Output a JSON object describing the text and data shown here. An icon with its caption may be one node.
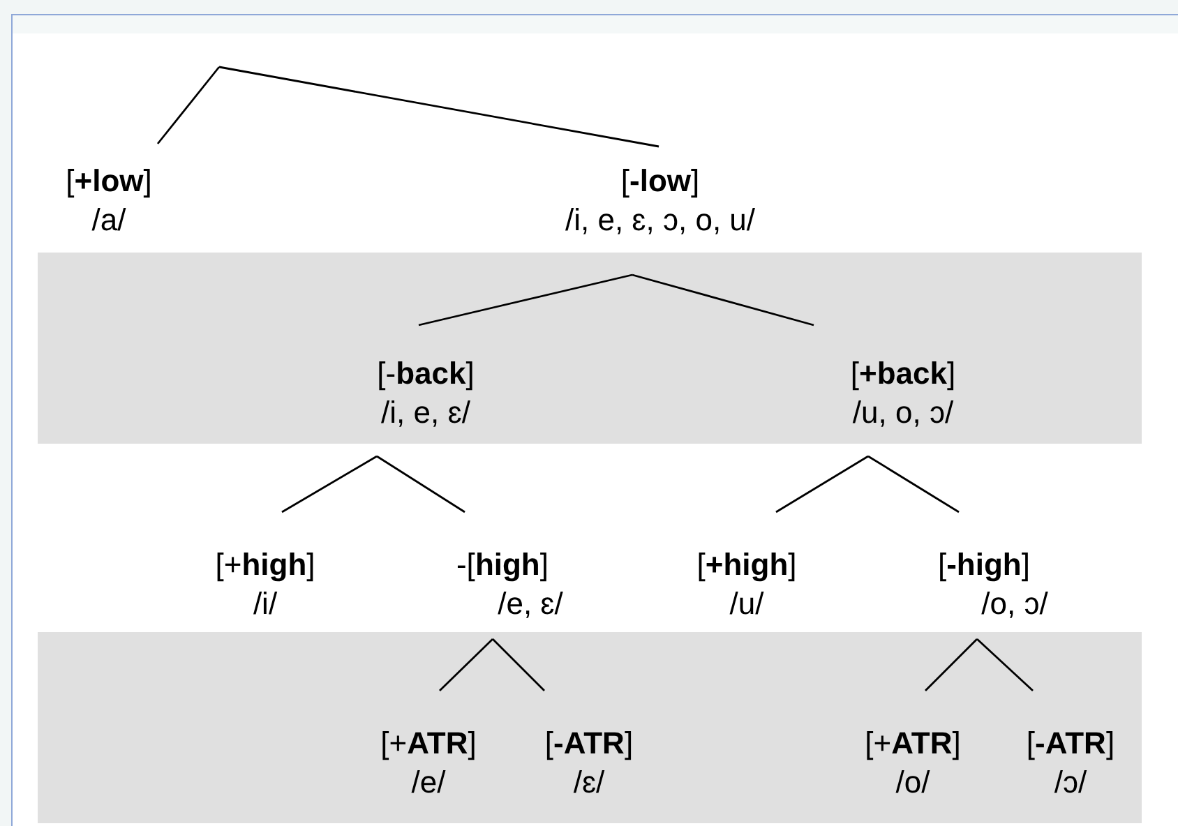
{
  "diagram": {
    "nodes": [
      {
        "text": [
          "[**+low**]",
          "/a/"
        ]
      },
      {
        "text": [
          "[**-low**]",
          "/i, e, ɛ, ɔ, o, u/"
        ]
      },
      {
        "text": [
          "[-**back**]",
          "/i, e, ɛ/"
        ]
      },
      {
        "text": [
          "[**+back**]",
          "/u, o, ɔ/"
        ]
      },
      {
        "text": [
          "[+**high**]",
          "/i/"
        ]
      },
      {
        "text": [
          "-[**high**]",
          "/e, ɛ/"
        ]
      },
      {
        "text": [
          "[**+high**]",
          "/u/"
        ]
      },
      {
        "text": [
          "[**-high**]",
          "/o, ɔ/"
        ]
      },
      {
        "text": [
          "[+**ATR**]",
          "/e/"
        ]
      },
      {
        "text": [
          "[**-ATR**]",
          "/ɛ/"
        ]
      },
      {
        "text": [
          "[+**ATR**]",
          "/o/"
        ]
      },
      {
        "text": [
          "[**-ATR**]",
          "/ɔ/"
        ]
      }
    ],
    "edges": [
      {
        "from": null,
        "to": 0,
        "arrow": "none"
      },
      {
        "from": null,
        "to": 1,
        "arrow": "none"
      },
      {
        "from": 1,
        "to": 2,
        "arrow": "none"
      },
      {
        "from": 1,
        "to": 3,
        "arrow": "none"
      },
      {
        "from": 2,
        "to": 4,
        "arrow": "none"
      },
      {
        "from": 2,
        "to": 5,
        "arrow": "none"
      },
      {
        "from": 3,
        "to": 6,
        "arrow": "none"
      },
      {
        "from": 3,
        "to": 7,
        "arrow": "none"
      },
      {
        "from": 5,
        "to": 8,
        "arrow": "none"
      },
      {
        "from": 5,
        "to": 9,
        "arrow": "none"
      },
      {
        "from": 7,
        "to": 10,
        "arrow": "none"
      },
      {
        "from": 7,
        "to": 11,
        "arrow": "none"
      }
    ]
  }
}
